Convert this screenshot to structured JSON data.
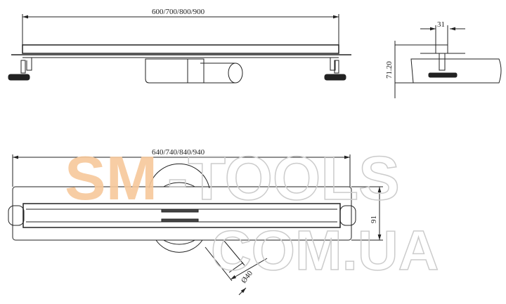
{
  "dimensions": {
    "side_length": "600/700/800/900",
    "top_length": "640/740/840/940",
    "width": "91",
    "grate_width": "31",
    "height": "71.20",
    "outlet_diameter": "Ø40"
  },
  "watermark": {
    "part1": "SM",
    "part2": "-TOOLS",
    "part3": "COM.UA",
    "accent_color": "#f6c89a"
  }
}
